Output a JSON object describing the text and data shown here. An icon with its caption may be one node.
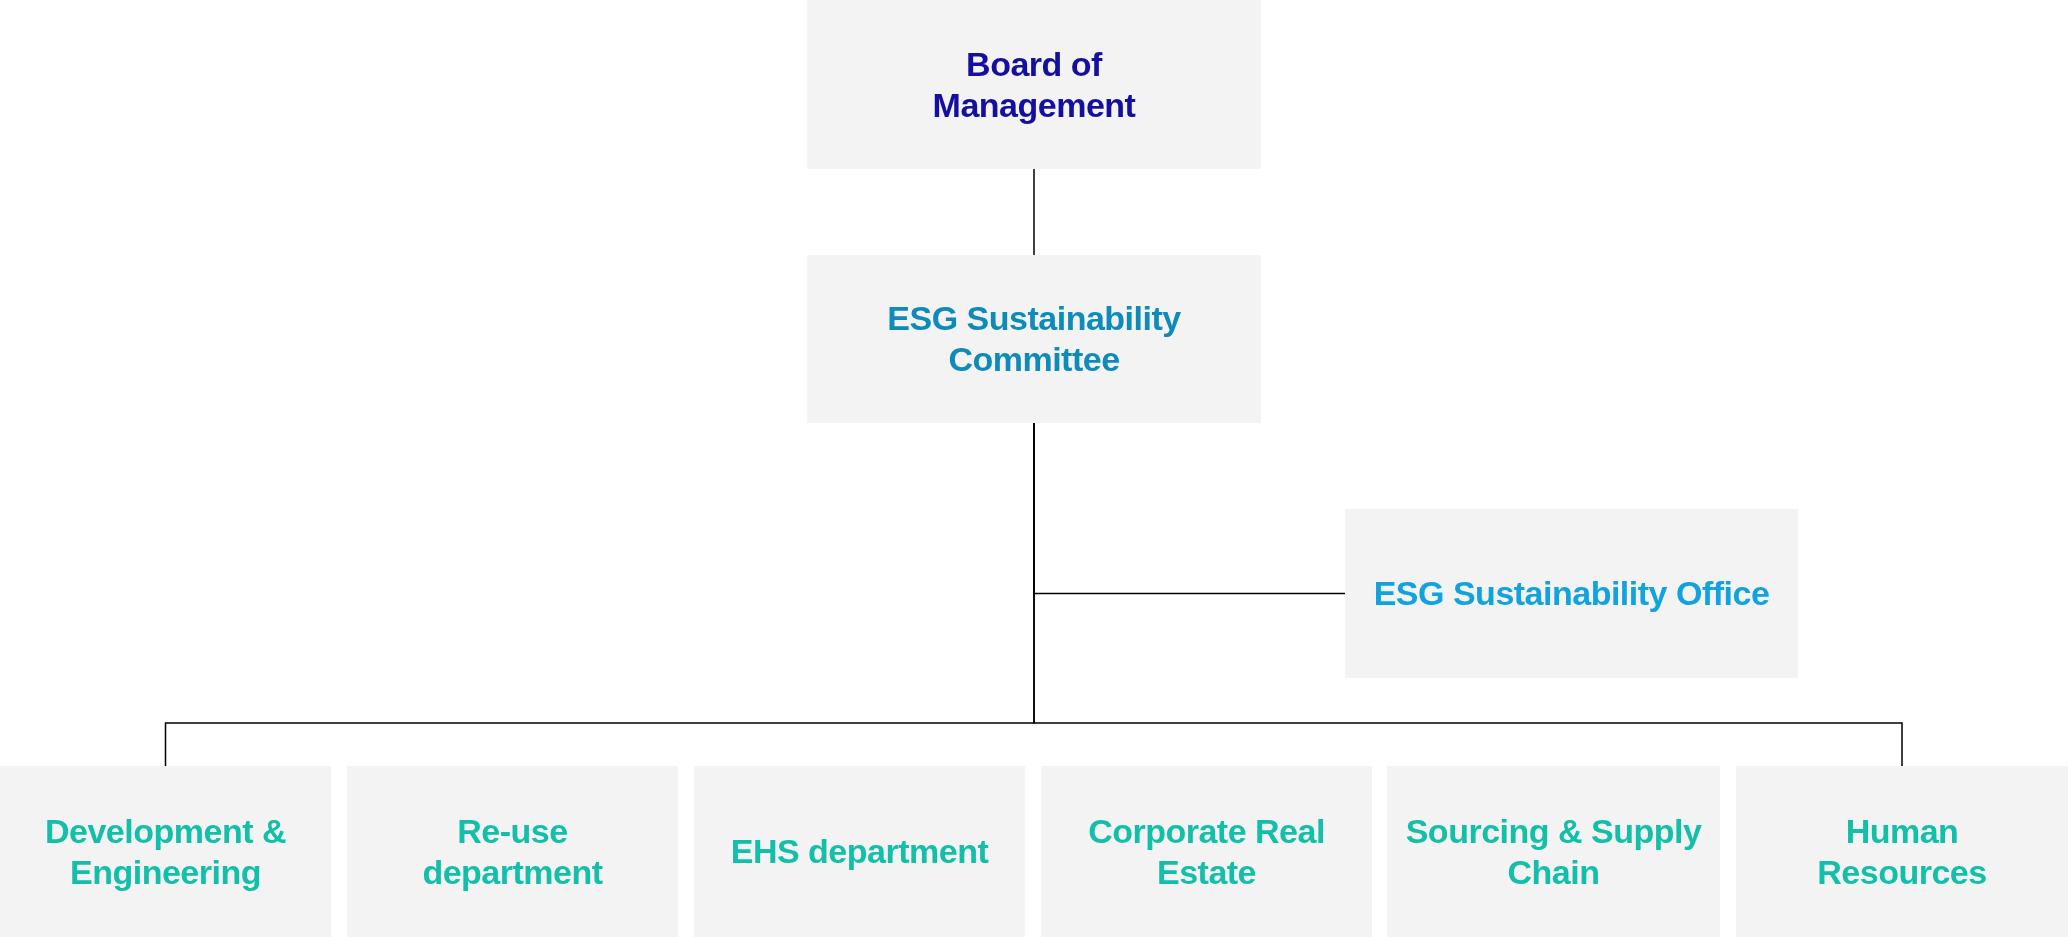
{
  "diagram": {
    "nodes": [
      {
        "text": [
          "Board of Management"
        ]
      },
      {
        "text": [
          "ESG Sustainability Committee"
        ]
      },
      {
        "text": [
          "ESG Sustainability Office"
        ]
      },
      {
        "text": [
          "Development & Engineering"
        ]
      },
      {
        "text": [
          "Re-use department"
        ]
      },
      {
        "text": [
          "EHS department"
        ]
      },
      {
        "text": [
          "Corporate Real Estate"
        ]
      },
      {
        "text": [
          "Sourcing & Supply Chain"
        ]
      },
      {
        "text": [
          "Human Resources"
        ]
      }
    ],
    "edges": [
      {
        "from": 0,
        "to": 1,
        "arrow": "none"
      },
      {
        "from": 1,
        "to": 2,
        "arrow": "none"
      },
      {
        "from": 1,
        "to": 3,
        "arrow": "none"
      },
      {
        "from": 1,
        "to": 8,
        "arrow": "none"
      }
    ]
  }
}
